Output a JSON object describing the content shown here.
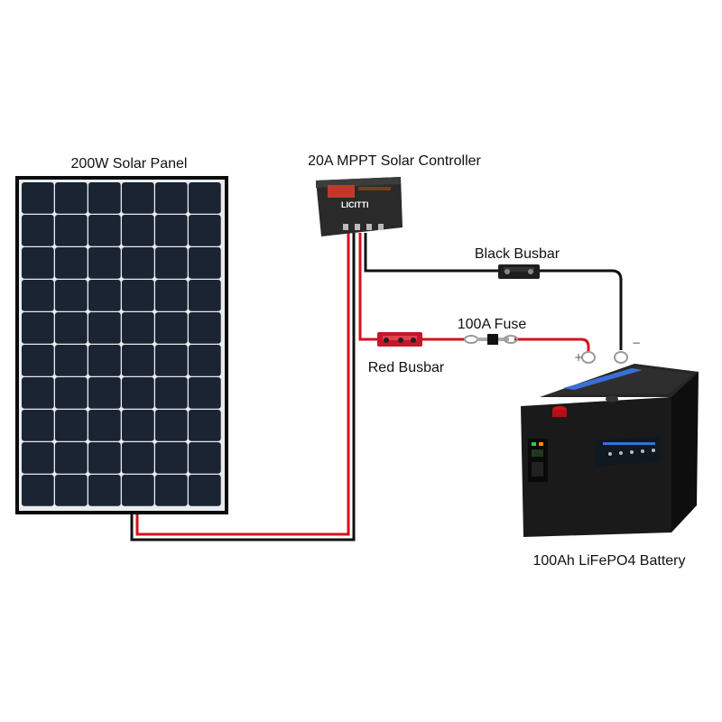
{
  "labels": {
    "solar_panel": "200W Solar Panel",
    "controller": "20A  MPPT Solar Controller",
    "black_busbar": "Black Busbar",
    "fuse": "100A Fuse",
    "red_busbar": "Red Busbar",
    "battery": "100Ah LiFePO4 Battery"
  },
  "controller_brand": "LICITTI",
  "terminal_signs": {
    "positive": "+",
    "negative": "−"
  },
  "colors": {
    "positive_wire": "#d3121c",
    "negative_wire": "#111111",
    "panel_cell": "#1b2433",
    "battery_body": "#1a1a1a",
    "battery_accent": "#3a6fd8"
  }
}
